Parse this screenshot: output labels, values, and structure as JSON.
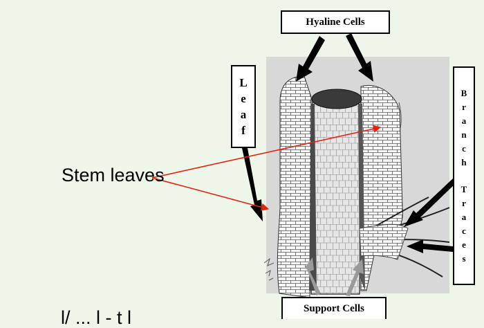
{
  "labels": {
    "hyaline": "Hyaline Cells",
    "support": "Support Cells",
    "stem_leaves": "Stem leaves",
    "cut_off": "l/ ... l - t l"
  },
  "leaf_letters": [
    "L",
    "e",
    "a",
    "f"
  ],
  "branch_letters": [
    "B",
    "r",
    "a",
    "n",
    "c",
    "h",
    " ",
    "T",
    "r",
    "a",
    "c",
    "e",
    "s"
  ],
  "colors": {
    "background": "#eef6ea",
    "arrow_red": "#e8210f",
    "pointer_black": "#000000",
    "support_arrow": "#9a9a9a"
  }
}
